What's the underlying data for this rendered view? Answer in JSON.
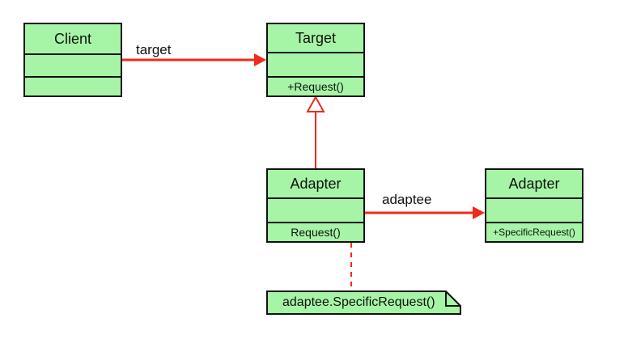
{
  "classes": {
    "client": {
      "name": "Client",
      "method": ""
    },
    "target": {
      "name": "Target",
      "method": "+Request()"
    },
    "adapter": {
      "name": "Adapter",
      "method": "Request()"
    },
    "adaptee": {
      "name": "Adapter",
      "method": "+SpecificRequest()"
    }
  },
  "associations": {
    "client_to_target": "target",
    "adapter_to_adaptee": "adaptee"
  },
  "note": {
    "text": "adaptee.SpecificRequest()"
  },
  "colors": {
    "class_fill": "#a6f5a6",
    "border": "#111111",
    "connector": "#f02a1a"
  }
}
